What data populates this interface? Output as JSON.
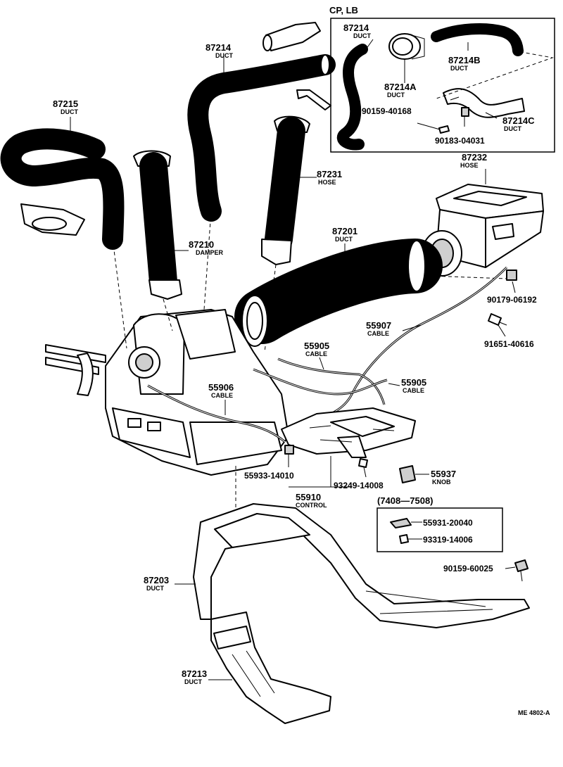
{
  "diagram": {
    "inset_cp_lb": {
      "title": "CP, LB"
    },
    "inset_7408": {
      "title": "(7408—7508)"
    },
    "callouts": [
      {
        "id": "87214",
        "part": "87214",
        "desc": "DUCT"
      },
      {
        "id": "87214-inset",
        "part": "87214",
        "desc": "DUCT"
      },
      {
        "id": "87214A",
        "part": "87214A",
        "desc": "DUCT"
      },
      {
        "id": "87214B",
        "part": "87214B",
        "desc": "DUCT"
      },
      {
        "id": "87214C",
        "part": "87214C",
        "desc": "DUCT"
      },
      {
        "id": "90159-40168",
        "part": "90159-40168",
        "desc": ""
      },
      {
        "id": "90183-04031",
        "part": "90183-04031",
        "desc": ""
      },
      {
        "id": "87215",
        "part": "87215",
        "desc": "DUCT"
      },
      {
        "id": "87231",
        "part": "87231",
        "desc": "HOSE"
      },
      {
        "id": "87210",
        "part": "87210",
        "desc": "DAMPER"
      },
      {
        "id": "87232",
        "part": "87232",
        "desc": "HOSE"
      },
      {
        "id": "87201",
        "part": "87201",
        "desc": "DUCT"
      },
      {
        "id": "90179-06192",
        "part": "90179-06192",
        "desc": ""
      },
      {
        "id": "55907",
        "part": "55907",
        "desc": "CABLE"
      },
      {
        "id": "91651-40616",
        "part": "91651-40616",
        "desc": ""
      },
      {
        "id": "55905-a",
        "part": "55905",
        "desc": "CABLE"
      },
      {
        "id": "55905-b",
        "part": "55905",
        "desc": "CABLE"
      },
      {
        "id": "55906",
        "part": "55906",
        "desc": "CABLE"
      },
      {
        "id": "55937",
        "part": "55937",
        "desc": "KNOB"
      },
      {
        "id": "55933-14010",
        "part": "55933-14010",
        "desc": ""
      },
      {
        "id": "93249-14008",
        "part": "93249-14008",
        "desc": ""
      },
      {
        "id": "55910",
        "part": "55910",
        "desc": "CONTROL"
      },
      {
        "id": "55931-20040",
        "part": "55931-20040",
        "desc": ""
      },
      {
        "id": "93319-14006",
        "part": "93319-14006",
        "desc": ""
      },
      {
        "id": "90159-60025",
        "part": "90159-60025",
        "desc": ""
      },
      {
        "id": "87203",
        "part": "87203",
        "desc": "DUCT"
      },
      {
        "id": "87213",
        "part": "87213",
        "desc": "DUCT"
      }
    ],
    "figure_code": "ME 4802-A"
  }
}
